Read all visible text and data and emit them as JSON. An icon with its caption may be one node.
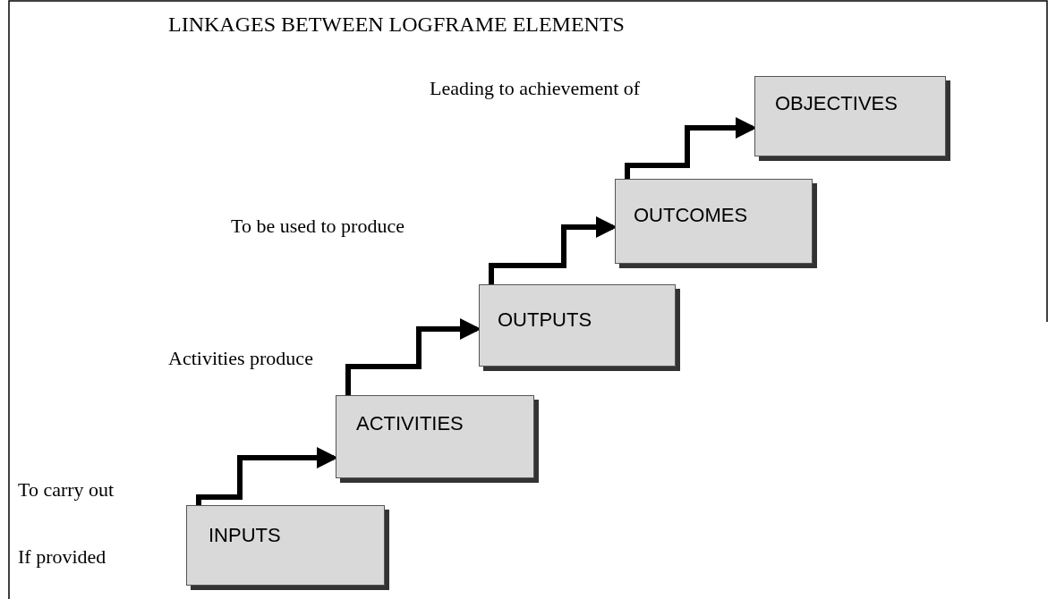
{
  "diagram": {
    "title": "LINKAGES BETWEEN LOGFRAME ELEMENTS",
    "nodes": [
      {
        "text": [
          "INPUTS"
        ]
      },
      {
        "text": [
          "ACTIVITIES"
        ]
      },
      {
        "text": [
          "OUTPUTS"
        ]
      },
      {
        "text": [
          "OUTCOMES"
        ]
      },
      {
        "text": [
          "OBJECTIVES"
        ]
      }
    ],
    "edges": [
      {
        "from": 0,
        "to": 1,
        "arrow": "to"
      },
      {
        "from": 1,
        "to": 2,
        "arrow": "to"
      },
      {
        "from": 2,
        "to": 3,
        "arrow": "to"
      },
      {
        "from": 3,
        "to": 4,
        "arrow": "to"
      }
    ],
    "labels": [
      "Leading to achievement of",
      "To be used to produce",
      "Activities produce",
      "To carry out",
      "If provided"
    ]
  }
}
